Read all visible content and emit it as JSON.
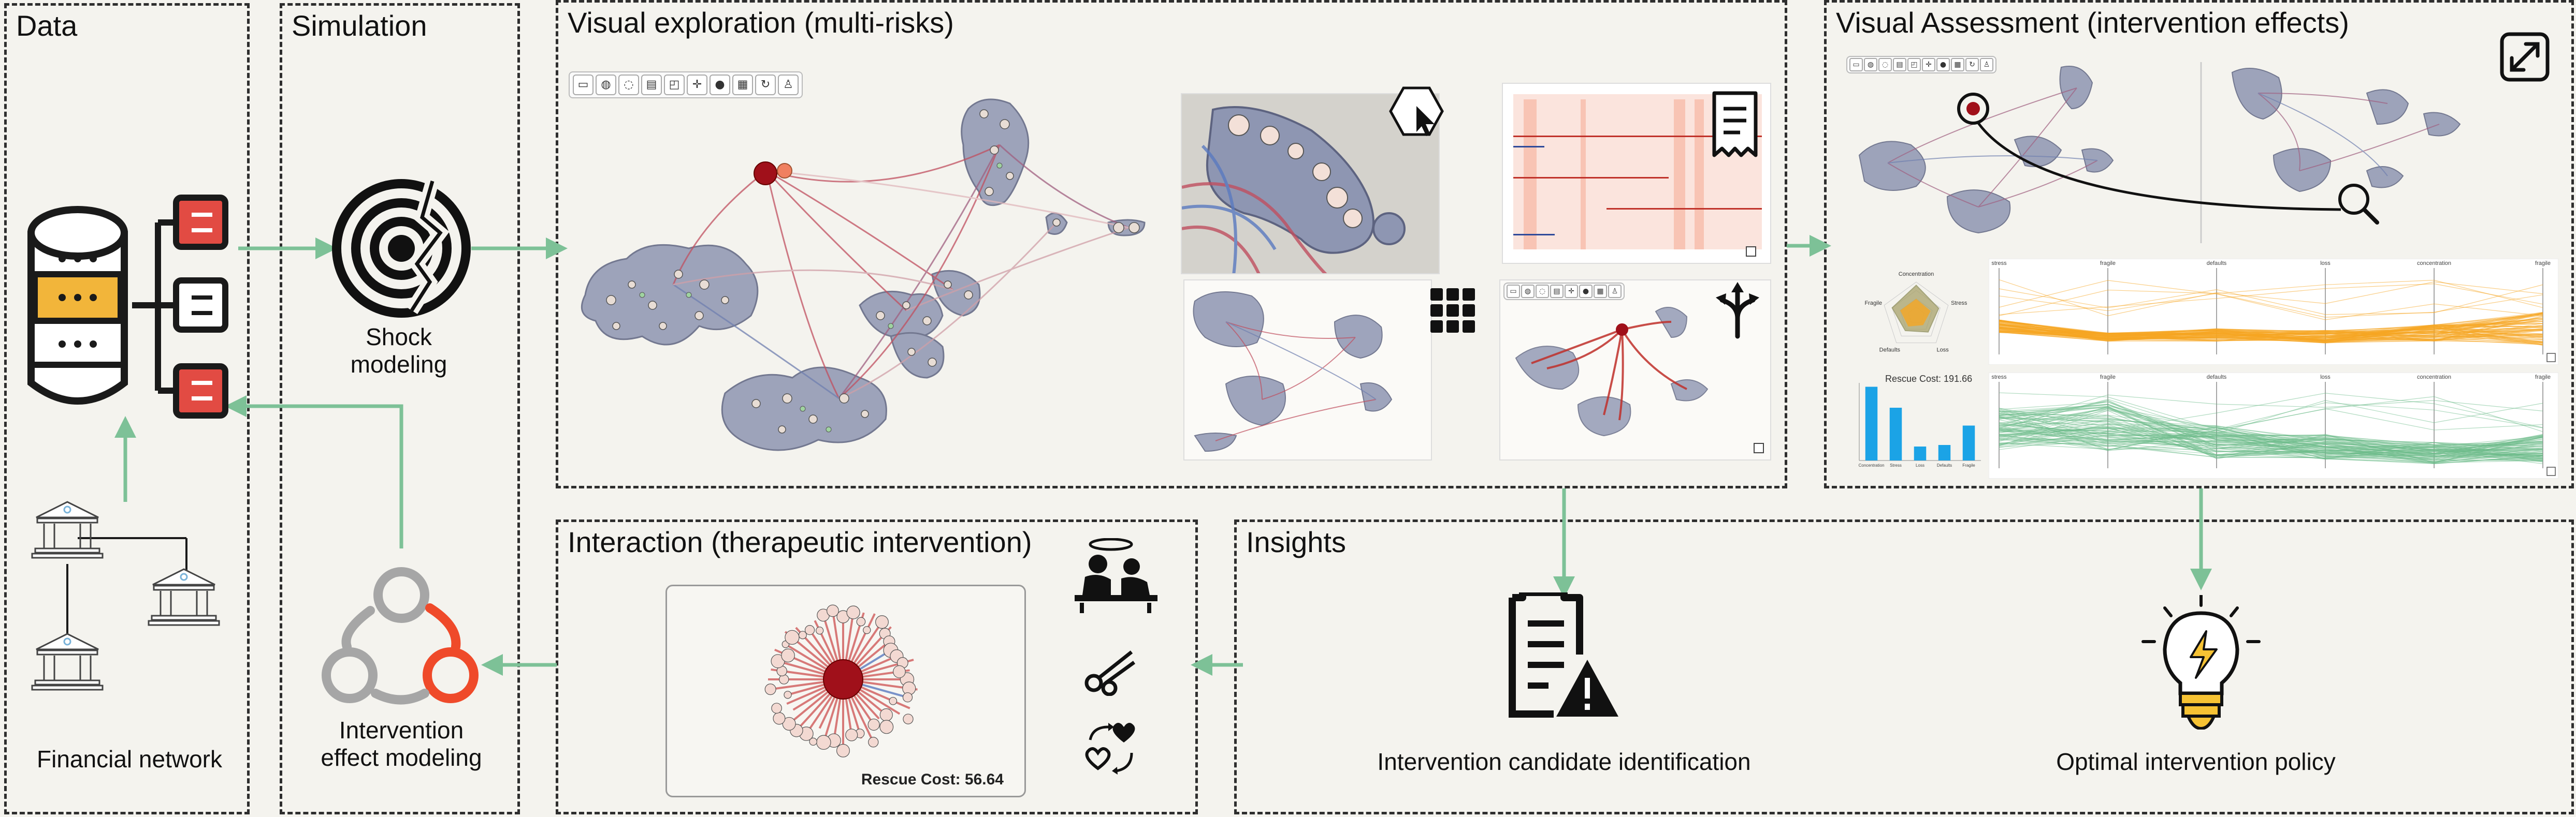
{
  "panels": {
    "data": {
      "title": "Data",
      "caption": "Financial network"
    },
    "simulation": {
      "title": "Simulation",
      "shock_caption": "Shock\nmodeling",
      "intervention_caption": "Intervention\neffect modeling"
    },
    "exploration": {
      "title": "Visual exploration (multi-risks)"
    },
    "assessment": {
      "title": "Visual Assessment (intervention effects)"
    },
    "interaction": {
      "title": "Interaction (therapeutic intervention)",
      "rescue_cost": "Rescue Cost: 56.64"
    },
    "insights": {
      "title": "Insights",
      "left_caption": "Intervention candidate identification",
      "right_caption": "Optimal intervention policy"
    }
  },
  "assessment_charts": {
    "radar_labels": [
      "Concentration",
      "Stress",
      "Loss",
      "Defaults",
      "Fragile"
    ],
    "bar_title": "Rescue Cost: 191.66",
    "bar_categories": [
      "Concentration",
      "Stress",
      "Loss",
      "Defaults",
      "Fragile"
    ],
    "bar_values": [
      0.95,
      0.68,
      0.18,
      0.2,
      0.45
    ],
    "pcp_axes": [
      "stress",
      "fragile",
      "defaults",
      "loss",
      "concentration",
      "fragile"
    ]
  },
  "colors": {
    "arrow": "#7dc197",
    "danger": "#e24b43",
    "db_gold": "#f2b53a",
    "pcp_orange": "#f5a623",
    "pcp_green": "#6dbb8a",
    "bar_blue": "#1ba3e6",
    "dark_red": "#a0101a",
    "bulb": "#f6c233"
  },
  "icons": [
    "database-icon",
    "bank-icon",
    "shock-icon",
    "cycle-icon",
    "cursor-icon",
    "document-icon",
    "grid-icon",
    "directions-icon",
    "expand-icon",
    "surgery-icon",
    "scissors-icon",
    "heart-cycle-icon",
    "warning-doc-icon",
    "lightbulb-icon",
    "zoom-icon"
  ]
}
